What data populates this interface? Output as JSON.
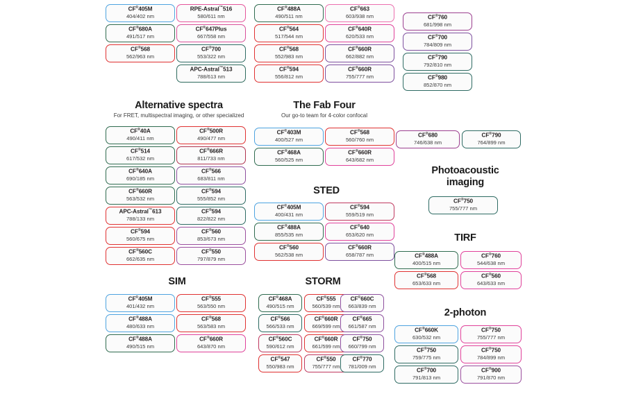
{
  "page": {
    "background": "#ffffff",
    "registered_mark": "®",
    "trademark_mark": "™"
  },
  "sections": [
    {
      "id": "top-block-a",
      "title": "",
      "subtitle": "",
      "items": [
        {
          "name": "CF®405M",
          "values": "404/402 nm",
          "color": "#4da3e0"
        },
        {
          "name": "CF®680A",
          "values": "491/517 nm",
          "color": "#2f6b4f"
        },
        {
          "name": "CF®568",
          "values": "562/963 nm",
          "color": "#e03131"
        }
      ]
    },
    {
      "id": "top-block-b",
      "items": [
        {
          "name": "RPE-Astral™516",
          "values": "580/611 nm",
          "color": "#e5559b"
        },
        {
          "name": "CF®647Plus",
          "values": "667/558 nm",
          "color": "#d94f9a"
        },
        {
          "name": "CF®700",
          "values": "553/322 nm",
          "color": "#2e6b63"
        },
        {
          "name": "APC-Astral™513",
          "values": "788/613 nm",
          "color": "#2e6b5e"
        }
      ]
    },
    {
      "id": "top-block-c",
      "items": [
        {
          "name": "CF®488A",
          "values": "490/511 nm",
          "color": "#2f6b4f"
        },
        {
          "name": "CF®564",
          "values": "517/544 nm",
          "color": "#e03131"
        },
        {
          "name": "CF®568",
          "values": "552/983 nm",
          "color": "#e03131"
        },
        {
          "name": "CF®594",
          "values": "556/812 nm",
          "color": "#e03131"
        }
      ]
    },
    {
      "id": "top-block-d",
      "items": [
        {
          "name": "CF®663",
          "values": "603/938 nm",
          "color": "#ec6fae"
        },
        {
          "name": "CF®640R",
          "values": "620/533 nm",
          "color": "#e0419a"
        },
        {
          "name": "CF®660R",
          "values": "662/882 nm",
          "color": "#7e4f9e"
        },
        {
          "name": "CF®660R",
          "values": "755/777 nm",
          "color": "#7e4f9e"
        }
      ]
    },
    {
      "id": "top-block-e",
      "items": [
        {
          "name": "CF®760",
          "values": "681/998 nm",
          "color": "#9b3f8f"
        },
        {
          "name": "CF®700",
          "values": "784/809 nm",
          "color": "#7e4f9e"
        },
        {
          "name": "CF®790",
          "values": "792/810 nm",
          "color": "#2e6b63"
        },
        {
          "name": "CF®980",
          "values": "852/870 nm",
          "color": "#2e6b63"
        }
      ]
    },
    {
      "id": "alternative-spectra",
      "title": "Alternative spectra",
      "subtitle": "For FRET, multispectral imaging, or other specialized",
      "left_items": [
        {
          "name": "CF®40A",
          "values": "490/411 nm",
          "color": "#2f6b4f"
        },
        {
          "name": "CF®514",
          "values": "617/532 nm",
          "color": "#2f6b4f"
        },
        {
          "name": "CF®640A",
          "values": "690/185 nm",
          "color": "#2f6b4f"
        },
        {
          "name": "CF®660R",
          "values": "563/532 nm",
          "color": "#2f6b4f"
        },
        {
          "name": "APC-Astral™613",
          "values": "788/133 nm",
          "color": "#e03131"
        },
        {
          "name": "CF®594",
          "values": "560/675 nm",
          "color": "#e03131"
        },
        {
          "name": "CF®560C",
          "values": "662/635 nm",
          "color": "#e03131"
        }
      ],
      "right_items": [
        {
          "name": "CF®500R",
          "values": "490/477 nm",
          "color": "#e03131"
        },
        {
          "name": "CF®666R",
          "values": "811/733 nm",
          "color": "#b0344e"
        },
        {
          "name": "CF®566",
          "values": "683/811 nm",
          "color": "#8e4f9e"
        },
        {
          "name": "CF®594",
          "values": "555/852 nm",
          "color": "#2e6b63"
        },
        {
          "name": "CF®594",
          "values": "822/822 nm",
          "color": "#2e6b63"
        },
        {
          "name": "CF®560",
          "values": "853/673 nm",
          "color": "#9b4f9e"
        },
        {
          "name": "CF®550",
          "values": "797/879 nm",
          "color": "#9b4f9e"
        }
      ]
    },
    {
      "id": "the-fab-four",
      "title": "The Fab Four",
      "subtitle": "Our go-to team for 4-color confocal",
      "left_items": [
        {
          "name": "CF®403M",
          "values": "400/527 nm",
          "color": "#4da3e0"
        },
        {
          "name": "CF®468A",
          "values": "560/525 nm",
          "color": "#2f6b4f"
        }
      ],
      "right_items": [
        {
          "name": "CF®568",
          "values": "560/760 nm",
          "color": "#e03131"
        },
        {
          "name": "CF®660R",
          "values": "643/682 nm",
          "color": "#e0419a"
        }
      ]
    },
    {
      "id": "sted",
      "title": "STED",
      "left_items": [
        {
          "name": "CF®405M",
          "values": "400/431 nm",
          "color": "#4da3e0"
        },
        {
          "name": "CF®488A",
          "values": "855/535 nm",
          "color": "#2f6b4f"
        },
        {
          "name": "CF®560",
          "values": "562/538 nm",
          "color": "#e03131"
        }
      ],
      "right_items": [
        {
          "name": "CF®594",
          "values": "559/519 nm",
          "color": "#c0395f"
        },
        {
          "name": "CF®640",
          "values": "653/620 nm",
          "color": "#e0419a"
        },
        {
          "name": "CF®660R",
          "values": "658/787 nm",
          "color": "#7e4f9e"
        }
      ]
    },
    {
      "id": "sim",
      "title": "SIM",
      "left_items": [
        {
          "name": "CF®405M",
          "values": "401/432 nm",
          "color": "#4da3e0"
        },
        {
          "name": "CF®488A",
          "values": "480/633 nm",
          "color": "#4da3e0"
        },
        {
          "name": "CF®488A",
          "values": "490/515 nm",
          "color": "#2f6b4f"
        }
      ],
      "right_items": [
        {
          "name": "CF®555",
          "values": "563/550 nm",
          "color": "#e03131"
        },
        {
          "name": "CF®568",
          "values": "563/583 nm",
          "color": "#e03131"
        },
        {
          "name": "CF®660R",
          "values": "643/870 nm",
          "color": "#e0419a"
        }
      ]
    },
    {
      "id": "storm",
      "title": "STORM",
      "col1_items": [
        {
          "name": "CF®468A",
          "values": "490/515 nm",
          "color": "#2f6b4f"
        },
        {
          "name": "CF®566",
          "values": "566/533 nm",
          "color": "#2e6b63"
        },
        {
          "name": "CF®560C",
          "values": "590/612 nm",
          "color": "#c0395f"
        },
        {
          "name": "CF®547",
          "values": "550/983 nm",
          "color": "#e03131"
        }
      ],
      "col2_items": [
        {
          "name": "CF®555",
          "values": "560/539 nm",
          "color": "#e03131"
        },
        {
          "name": "CF®660R",
          "values": "669/599 nm",
          "color": "#e03131"
        },
        {
          "name": "CF®660R",
          "values": "661/599 nm",
          "color": "#e03131"
        },
        {
          "name": "CF®550",
          "values": "755/777 nm",
          "color": "#c0395f"
        }
      ],
      "col3_items": [
        {
          "name": "CF®660C",
          "values": "663/839 nm",
          "color": "#8e4f9e"
        },
        {
          "name": "CF®665",
          "values": "661/587 nm",
          "color": "#8e4f9e"
        },
        {
          "name": "CF®750",
          "values": "660/799 nm",
          "color": "#8e4f9e"
        },
        {
          "name": "CF®770",
          "values": "781/009 nm",
          "color": "#2e6b63"
        }
      ]
    },
    {
      "id": "right-top-pair",
      "items": [
        {
          "name": "CF®680",
          "values": "746/638 nm",
          "color": "#9b3f8f"
        },
        {
          "name": "CF®790",
          "values": "764/899 nm",
          "color": "#2e6b63"
        }
      ]
    },
    {
      "id": "photoacoustic-imaging",
      "title": "Photoacoustic imaging",
      "items": [
        {
          "name": "CF®750",
          "values": "755/777 nm",
          "color": "#2e6b63"
        }
      ]
    },
    {
      "id": "tirf",
      "title": "TIRF",
      "left_items": [
        {
          "name": "CF®488A",
          "values": "400/515 nm",
          "color": "#2f6b4f"
        },
        {
          "name": "CF®568",
          "values": "653/633 nm",
          "color": "#e03131"
        }
      ],
      "right_items": [
        {
          "name": "CF®760",
          "values": "544/638 nm",
          "color": "#e0419a"
        },
        {
          "name": "CF®560",
          "values": "643/633 nm",
          "color": "#e0419a"
        }
      ]
    },
    {
      "id": "two-photon",
      "title": "2-photon",
      "left_items": [
        {
          "name": "CF®660K",
          "values": "630/532 nm",
          "color": "#4da3e0"
        },
        {
          "name": "CF®750",
          "values": "759/775 nm",
          "color": "#2e6b63"
        },
        {
          "name": "CF®700",
          "values": "791/813 nm",
          "color": "#2e6b63"
        }
      ],
      "right_items": [
        {
          "name": "CF®750",
          "values": "755/777 nm",
          "color": "#e0419a"
        },
        {
          "name": "CF®750",
          "values": "784/899 nm",
          "color": "#e0419a"
        },
        {
          "name": "CF®900",
          "values": "791/870 nm",
          "color": "#9b4f9e"
        }
      ]
    }
  ]
}
